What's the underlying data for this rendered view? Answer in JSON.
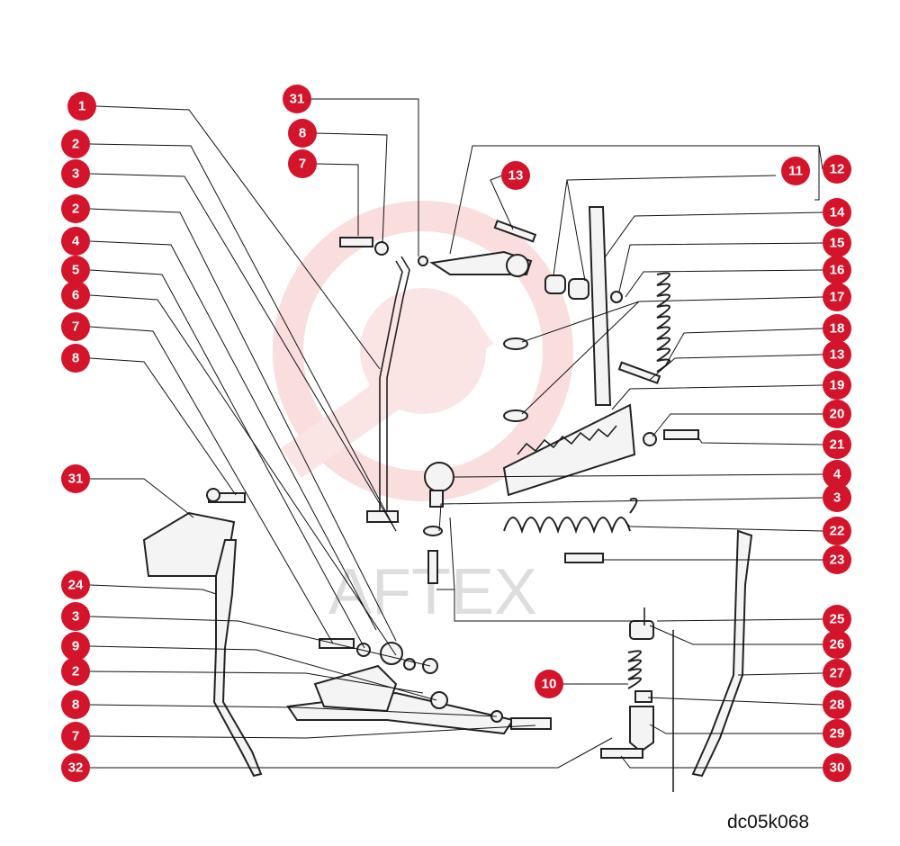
{
  "diagram": {
    "code": "dc05k068",
    "watermark_text": "AFTEX",
    "callout_color": "#d4142a",
    "watermark_color": "#f2b8b8",
    "callouts_left": [
      "1",
      "2",
      "3",
      "2",
      "4",
      "5",
      "6",
      "7",
      "8",
      "31",
      "24",
      "3",
      "9",
      "2",
      "8",
      "7",
      "32"
    ],
    "callouts_top": [
      "31",
      "8",
      "7",
      "13"
    ],
    "callouts_right": [
      "11",
      "12",
      "14",
      "15",
      "16",
      "17",
      "18",
      "13",
      "19",
      "20",
      "21",
      "4",
      "3",
      "22",
      "23",
      "25",
      "26",
      "27",
      "10",
      "28",
      "29",
      "30"
    ]
  }
}
